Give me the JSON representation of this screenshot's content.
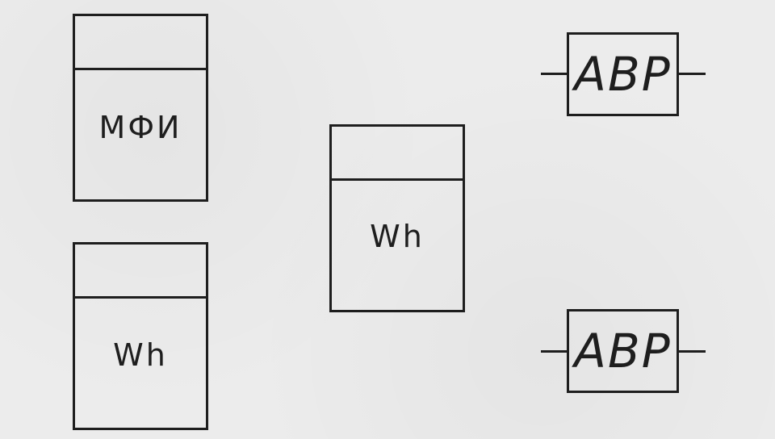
{
  "meters": [
    {
      "id": "meter-mfi",
      "label": "МФИ"
    },
    {
      "id": "meter-wh-bottom-left",
      "label": "Wh"
    },
    {
      "id": "meter-wh-center",
      "label": "Wh"
    }
  ],
  "avr_blocks": [
    {
      "id": "avr-top",
      "label": "АВР"
    },
    {
      "id": "avr-bottom",
      "label": "АВР"
    }
  ],
  "colors": {
    "stroke": "#1e1e1e",
    "background": "#ececec"
  }
}
